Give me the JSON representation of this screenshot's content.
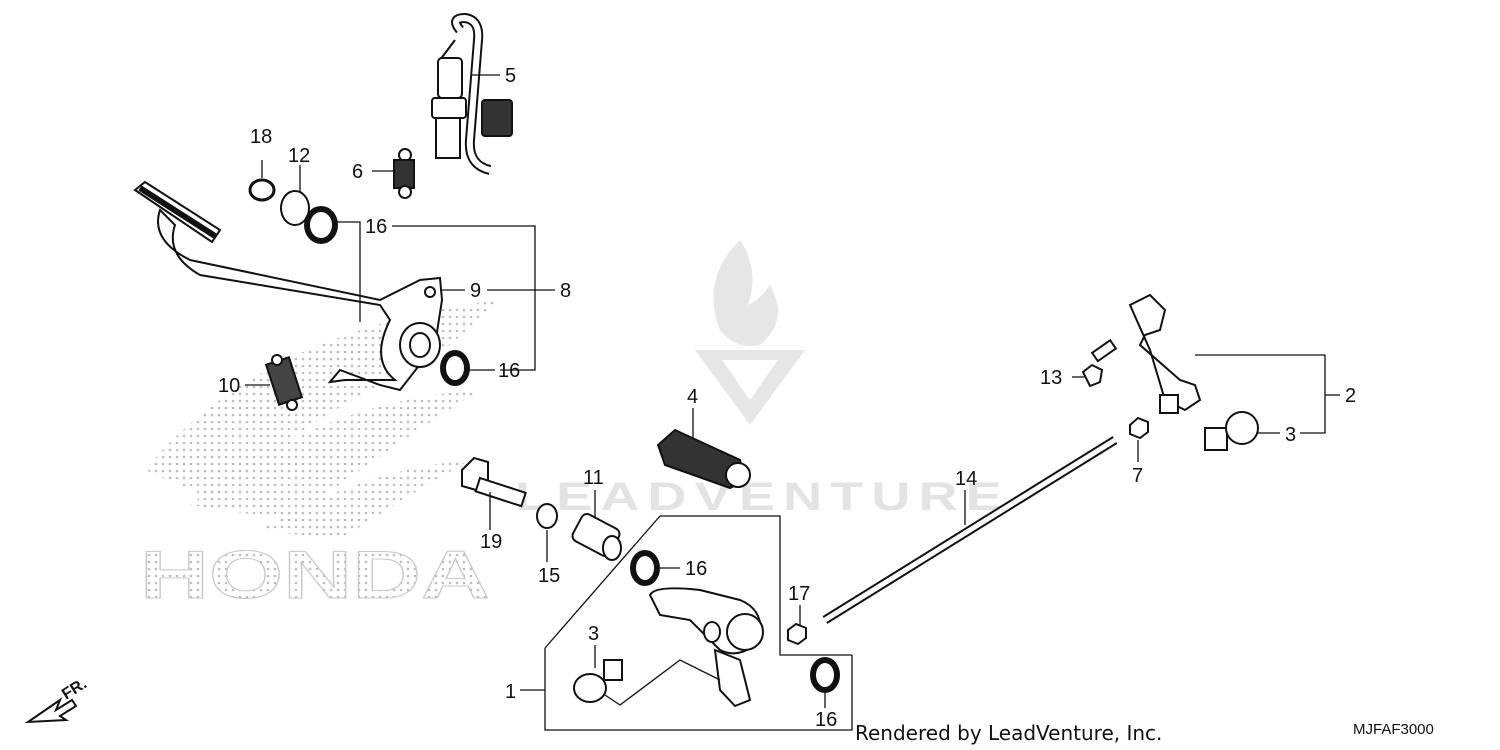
{
  "diagram": {
    "callouts": {
      "c1": "1",
      "c2": "2",
      "c3a": "3",
      "c3b": "3",
      "c4": "4",
      "c5": "5",
      "c6": "6",
      "c7": "7",
      "c8": "8",
      "c9": "9",
      "c10": "10",
      "c11": "11",
      "c12": "12",
      "c13": "13",
      "c14": "14",
      "c15": "15",
      "c16a": "16",
      "c16b": "16",
      "c16c": "16",
      "c16d": "16",
      "c17": "17",
      "c18": "18",
      "c19": "19"
    },
    "front_marker": "FR.",
    "brand_watermark": "HONDA",
    "vendor_watermark": "LEADVENTURE",
    "credit": "Rendered by LeadVenture, Inc.",
    "diagram_code": "MJFAF3000"
  },
  "colors": {
    "ink": "#111111",
    "watermark": "#d6d6d6",
    "dots": "#c8c8c8"
  }
}
